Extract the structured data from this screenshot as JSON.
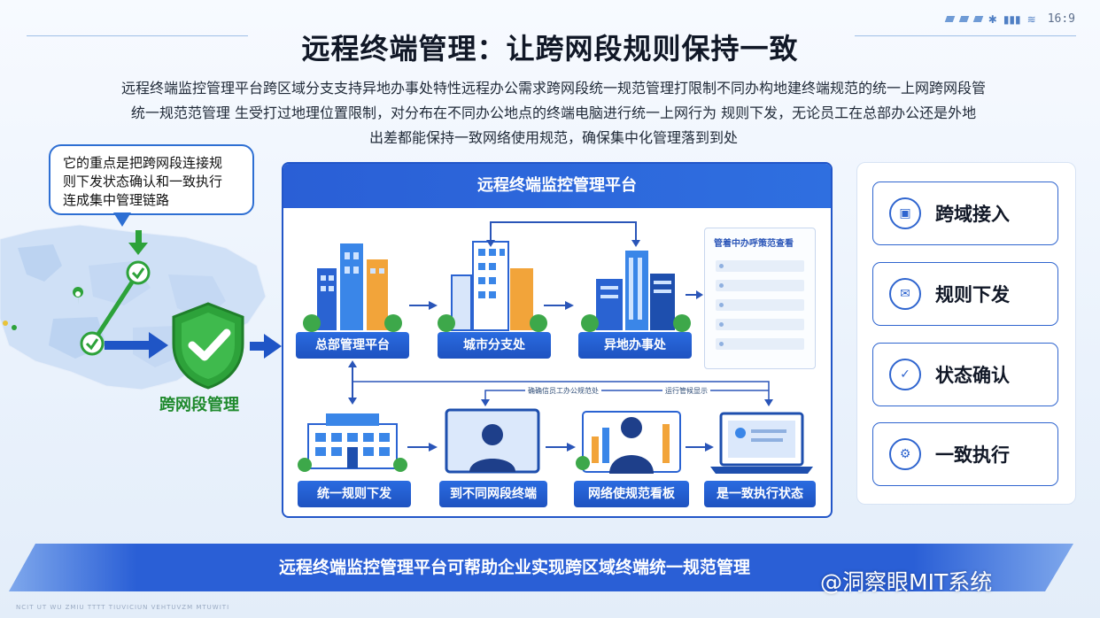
{
  "title": "远程终端管理：让跨网段规则保持一致",
  "intro": [
    "远程终端监控管理平台跨区域分支支持异地办事处特性远程办公需求跨网段统一规范管理打限制不同办构地建终端规范的统一上网跨网段管",
    "统一规范范管理 生受打过地理位置限制，对分布在不同办公地点的终端电脑进行统一上网行为 规则下发，无论员工在总部办公还是外地",
    "出差都能保持一致网络使用规范，确保集中化管理落到到处"
  ],
  "statusbar": {
    "time": "16:9"
  },
  "callout": {
    "text": [
      "它的重点是把跨网段连接规",
      "则下发状态确认和一致执行",
      "连成集中管理链路"
    ]
  },
  "left": {
    "shield_label": "跨网段管理"
  },
  "panel": {
    "title": "远程终端监控管理平台",
    "top_nodes": [
      "总部管理平台",
      "城市分支处",
      "异地办事处"
    ],
    "bottom_nodes": [
      "统一规则下发",
      "到不同网段终端",
      "网络使规范看板",
      "是一致执行状态"
    ],
    "mini_label_1": "确确信员工办公规范处",
    "mini_label_2": "运行管候显示",
    "doc_title": "管着中办呼策范查看"
  },
  "features": [
    {
      "label": "跨域接入",
      "icon": "square-icon"
    },
    {
      "label": "规则下发",
      "icon": "mail-icon"
    },
    {
      "label": "状态确认",
      "icon": "shield-check-icon"
    },
    {
      "label": "一致执行",
      "icon": "gear-icon"
    }
  ],
  "banner": {
    "text": "远程终端监控管理平台可帮助企业实现跨区域终端统一规范管理"
  },
  "watermark": "@洞察眼MIT系统",
  "footer": "NCIT UT WU ZMIU TTTT TIUVICIUN VEHTUVZM MTUWITI",
  "colors": {
    "primary": "#2256c8",
    "accent_green": "#2da23a"
  }
}
